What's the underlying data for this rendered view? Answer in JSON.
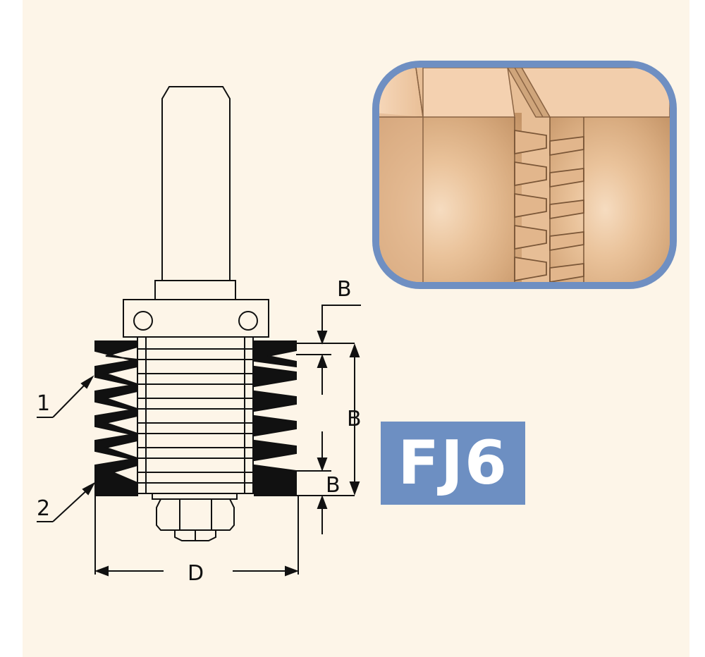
{
  "product": {
    "code": "FJ6"
  },
  "dimension_labels": {
    "b_top": "B",
    "b_middle": "B",
    "b_lower": "B",
    "d": "D"
  },
  "callouts": {
    "part_1": "1",
    "part_2": "2"
  },
  "colors": {
    "background": "#fdf5e8",
    "badge": "#6d8fc2",
    "frame": "#6f8fc2",
    "cutter": "#111111",
    "wood_light": "#f0c9a0",
    "wood_dark": "#c99d72"
  },
  "icons": {
    "bit": "router-bit-drawing",
    "joint": "finger-joint-illustration"
  }
}
